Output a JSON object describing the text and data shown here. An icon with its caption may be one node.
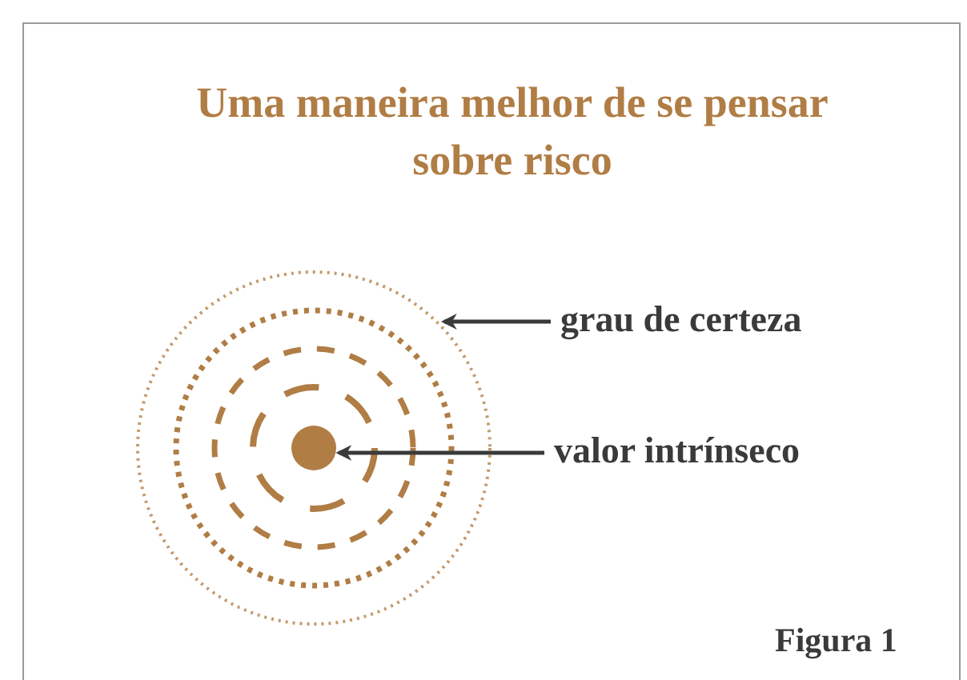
{
  "diagram": {
    "title": "Uma maneira melhor de se pensar sobre risco",
    "caption": "Figura 1",
    "nodes": [
      {
        "text": [
          "grau de certeza"
        ]
      },
      {
        "text": [],
        "shape": "circle"
      },
      {
        "text": [
          "valor intrínseco"
        ]
      },
      {
        "text": [],
        "shape": "circle",
        "in": 1
      }
    ],
    "edges": [
      {
        "from": 0,
        "to": 1,
        "arrow": "to"
      },
      {
        "from": 2,
        "to": 3,
        "arrow": "to"
      }
    ]
  }
}
